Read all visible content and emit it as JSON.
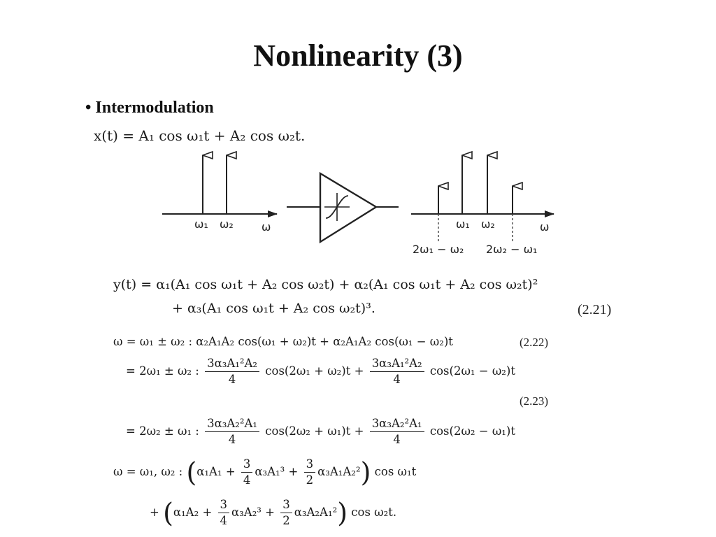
{
  "title": "Nonlinearity (3)",
  "bullet": "• Intermodulation",
  "input_equation": "x(t) = A₁ cos ω₁t + A₂ cos ω₂t.",
  "diagram": {
    "input_axis": {
      "tick1": "ω₁",
      "tick2": "ω₂",
      "axis": "ω"
    },
    "output_axis": {
      "tick1": "ω₁",
      "tick2": "ω₂",
      "axis": "ω",
      "im_lower": "2ω₁ − ω₂",
      "im_upper": "2ω₂ − ω₁"
    },
    "arrow_icon": "arrow-up-icon",
    "amplifier_icon": "nonlinear-amplifier-icon"
  },
  "eq_2_21": {
    "line1": "y(t) = α₁(A₁ cos ω₁t + A₂ cos ω₂t) + α₂(A₁ cos ω₁t + A₂ cos ω₂t)²",
    "line2": "+ α₃(A₁ cos ω₁t + A₂ cos ω₂t)³.",
    "number": "(2.21)"
  },
  "eq_2_22": {
    "text": "ω = ω₁ ± ω₂ : α₂A₁A₂ cos(ω₁ + ω₂)t + α₂A₁A₂ cos(ω₁ − ω₂)t",
    "number": "(2.22)"
  },
  "eq_2_23": {
    "lhs1": "= 2ω₁ ± ω₂ :",
    "coef1_num": "3α₃A₁²A₂",
    "coef_den": "4",
    "term1a": "cos(2ω₁ + ω₂)t +",
    "term1b": "cos(2ω₁ − ω₂)t",
    "number": "(2.23)",
    "lhs2": "= 2ω₂ ± ω₁ :",
    "coef2_num": "3α₃A₂²A₁",
    "term2a": "cos(2ω₂ + ω₁)t +",
    "term2b": "cos(2ω₂ − ω₁)t"
  },
  "eq_fund": {
    "lhs": "ω = ω₁, ω₂ :",
    "t1a": "α₁A₁ +",
    "f_num": "3",
    "f1_den": "4",
    "t1b": "α₃A₁³ +",
    "f2_den": "2",
    "t1c": "α₃A₁A₂²",
    "end1": "cos ω₁t",
    "plus": "+",
    "t2a": "α₁A₂ +",
    "t2b": "α₃A₂³ +",
    "t2c": "α₃A₂A₁²",
    "end2": "cos ω₂t."
  }
}
